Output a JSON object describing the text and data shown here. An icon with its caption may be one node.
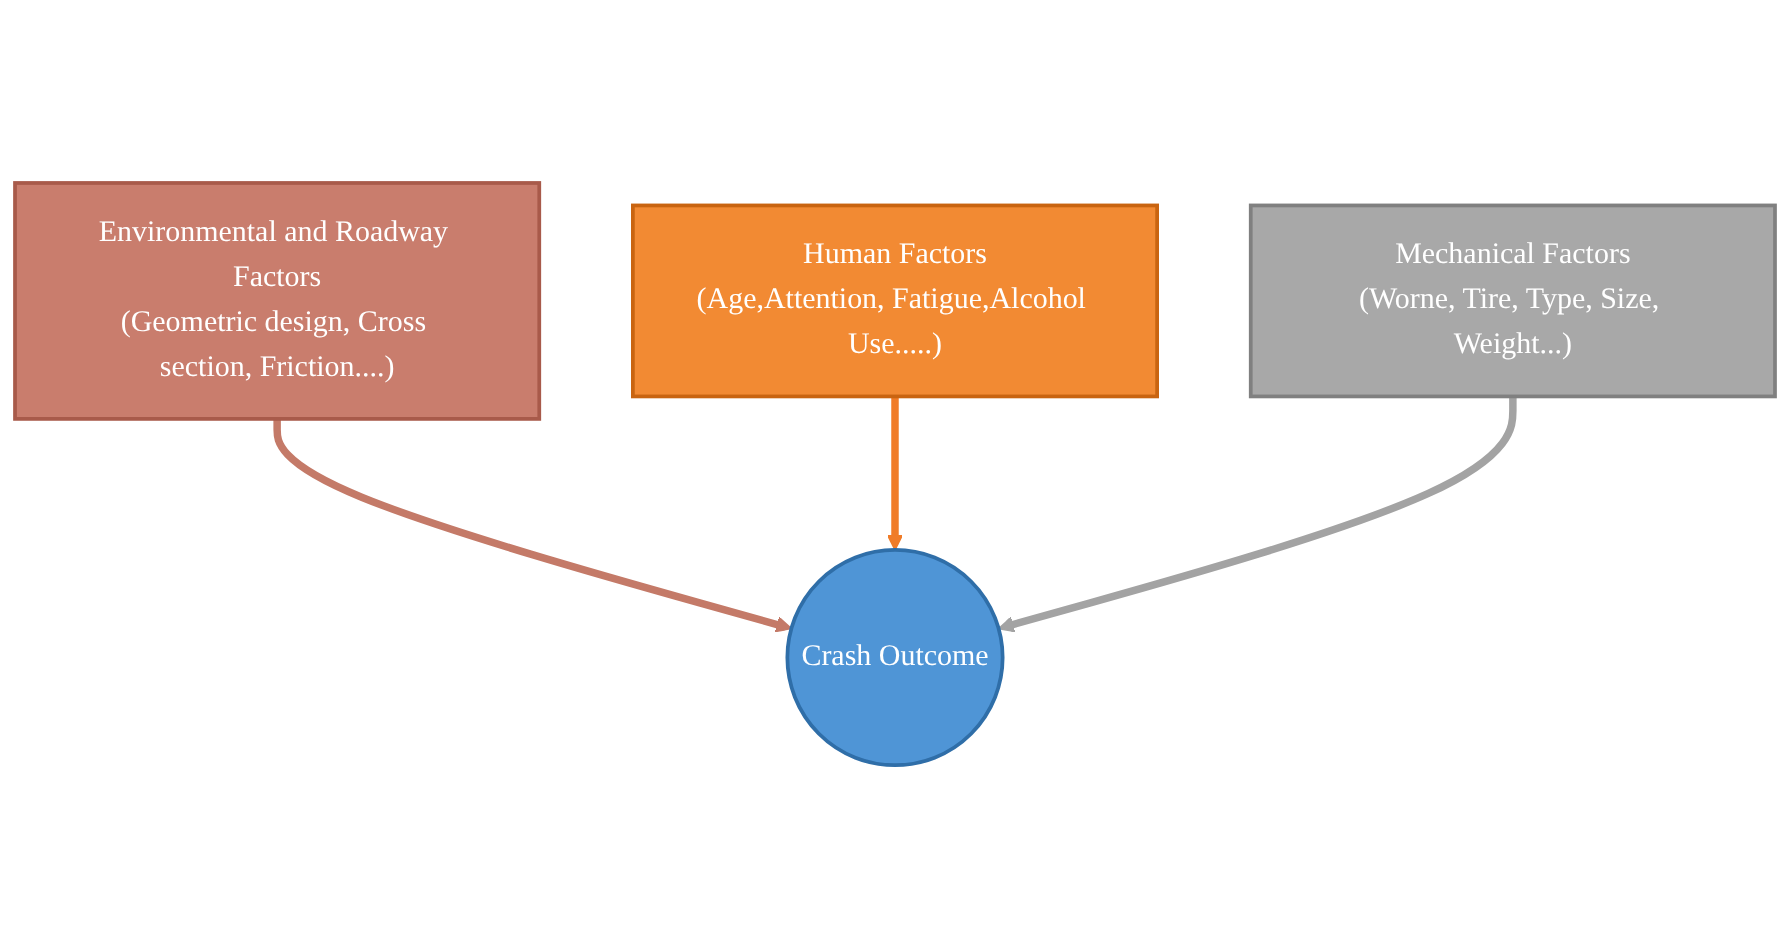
{
  "diagram": {
    "nodes": [
      {
        "text": [
          "Environmental and Roadway Factors",
          "(Geometric design, Cross section, Friction....)"
        ]
      },
      {
        "text": [
          "Human Factors",
          "(Age,Attention, Fatigue,Alcohol Use.....)"
        ]
      },
      {
        "text": [
          "Crash Outcome"
        ]
      },
      {
        "text": [
          "Mechanical Factors",
          "(Worne, Tire, Type, Size, Weight...)"
        ]
      }
    ],
    "edges": [
      {
        "from": 0,
        "to": 2,
        "arrow": "to",
        "color": "#c47a68"
      },
      {
        "from": 1,
        "to": 2,
        "arrow": "to",
        "color": "#f07c28"
      },
      {
        "from": 3,
        "to": 2,
        "arrow": "to",
        "color": "#a3a3a3"
      }
    ]
  }
}
